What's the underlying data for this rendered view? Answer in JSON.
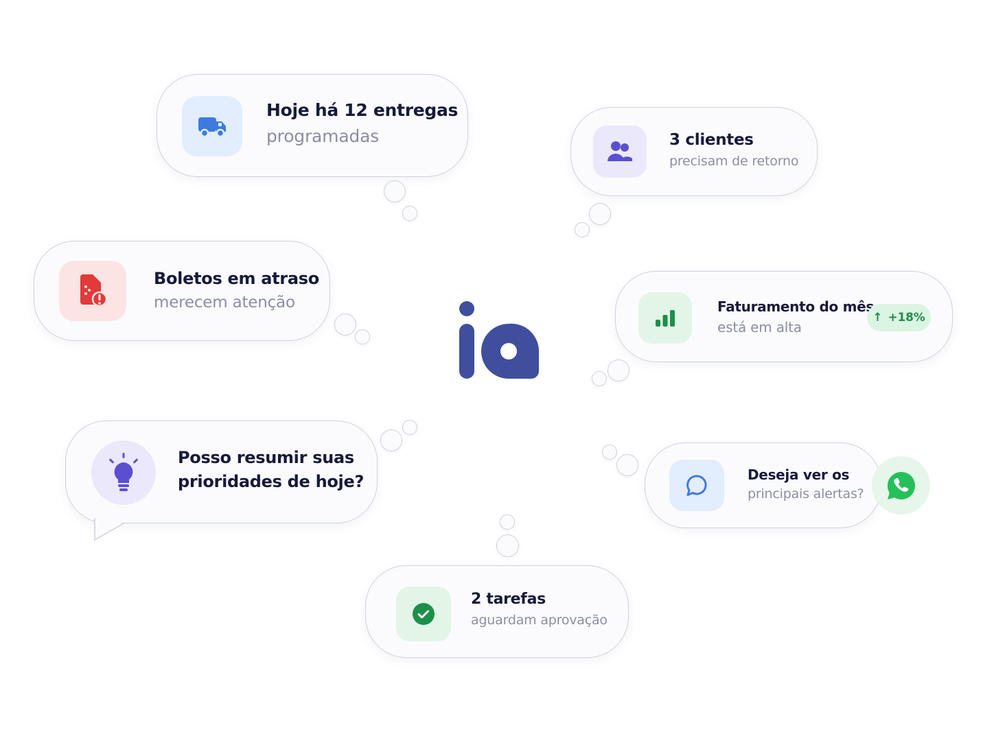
{
  "logo": {
    "text": "ia",
    "color": "#3f4f9e"
  },
  "cards": {
    "deliveries": {
      "line1": "Hoje há 12 entregas",
      "line2": "programadas",
      "icon": "truck-icon",
      "icon_bg": "#e2edfd",
      "icon_color": "#3f7ae0"
    },
    "clients": {
      "line1": "3 clientes",
      "line2": "precisam de retorno",
      "icon": "users-icon",
      "icon_bg": "#ebe8fb",
      "icon_color": "#5b4fd0"
    },
    "boletos": {
      "line1": "Boletos em atraso",
      "line2": "merecem atenção",
      "icon": "invoice-alert-icon",
      "icon_bg": "#fde4e4",
      "icon_color": "#e03a3a"
    },
    "revenue": {
      "line1": "Faturamento do mês",
      "line2": "está em alta",
      "icon": "bar-chart-icon",
      "icon_bg": "#e2f5e7",
      "icon_color": "#1e8f4a",
      "badge_arrow": "↑",
      "badge_value": "+18%"
    },
    "summary": {
      "line1": "Posso resumir suas",
      "line2": "prioridades de hoje?",
      "icon": "lightbulb-icon",
      "icon_bg": "#ebe8fb",
      "icon_color": "#5b4fd0"
    },
    "alerts": {
      "line1": "Deseja ver os",
      "line2": "principais alertas?",
      "icon": "chat-icon",
      "icon_bg": "#e2edfd",
      "icon_color": "#3f7ae0"
    },
    "tasks": {
      "line1": "2 tarefas",
      "line2": "aguardam aprovação",
      "icon": "check-circle-icon",
      "icon_bg": "#e2f5e7",
      "icon_color": "#1e8f4a"
    }
  },
  "whatsapp": {
    "icon": "whatsapp-icon",
    "color": "#25c05a"
  }
}
